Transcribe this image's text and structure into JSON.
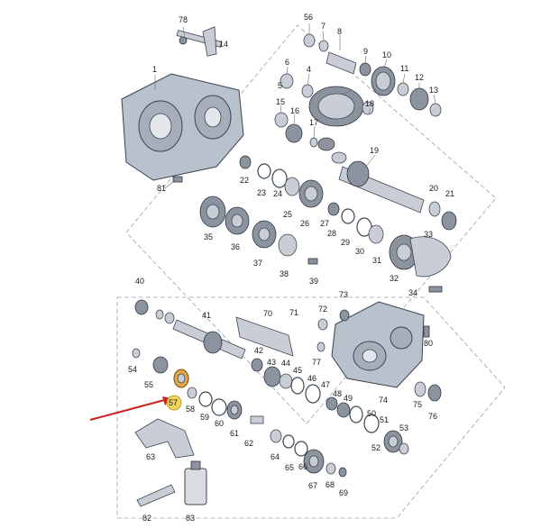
{
  "callouts": {
    "c1": "1",
    "c7": "7",
    "c8": "8",
    "c9": "9",
    "c10": "10",
    "c11": "11",
    "c12": "12",
    "c13": "13",
    "c14": "14",
    "c15": "15",
    "c16": "16",
    "c17": "17",
    "c18": "18",
    "c19": "19",
    "c20": "20",
    "c21": "21",
    "c22": "22",
    "c23": "23",
    "c24": "24",
    "c25": "25",
    "c26": "26",
    "c27": "27",
    "c28": "28",
    "c29": "29",
    "c30": "30",
    "c31": "31",
    "c32": "32",
    "c33": "33",
    "c34": "34",
    "c35": "35",
    "c36": "36",
    "c37": "37",
    "c38": "38",
    "c39": "39",
    "c40": "40",
    "c41": "41",
    "c42": "42",
    "c43": "43",
    "c44": "44",
    "c45": "45",
    "c46": "46",
    "c47": "47",
    "c48": "48",
    "c49": "49",
    "c50": "50",
    "c51": "51",
    "c52": "52",
    "c53": "53",
    "c54": "54",
    "c55": "55",
    "c56": "56",
    "c57": "57",
    "c58": "58",
    "c59": "59",
    "c60": "60",
    "c61": "61",
    "c62": "62",
    "c63": "63",
    "c64": "64",
    "c65": "65",
    "c66": "66",
    "c67": "67",
    "c68": "68",
    "c69": "69",
    "c70": "70",
    "c71": "71",
    "c72": "72",
    "c73": "73",
    "c74": "74",
    "c75": "75",
    "c76": "76",
    "c77": "77",
    "c78": "78",
    "c80": "80",
    "c81": "81",
    "c82": "82",
    "c83": "83",
    "c4": "4",
    "c5": "5",
    "c6": "6"
  },
  "highlight": {
    "part": "57",
    "badge_color": "#f2d35c",
    "arrow_color": "#cc2222"
  }
}
